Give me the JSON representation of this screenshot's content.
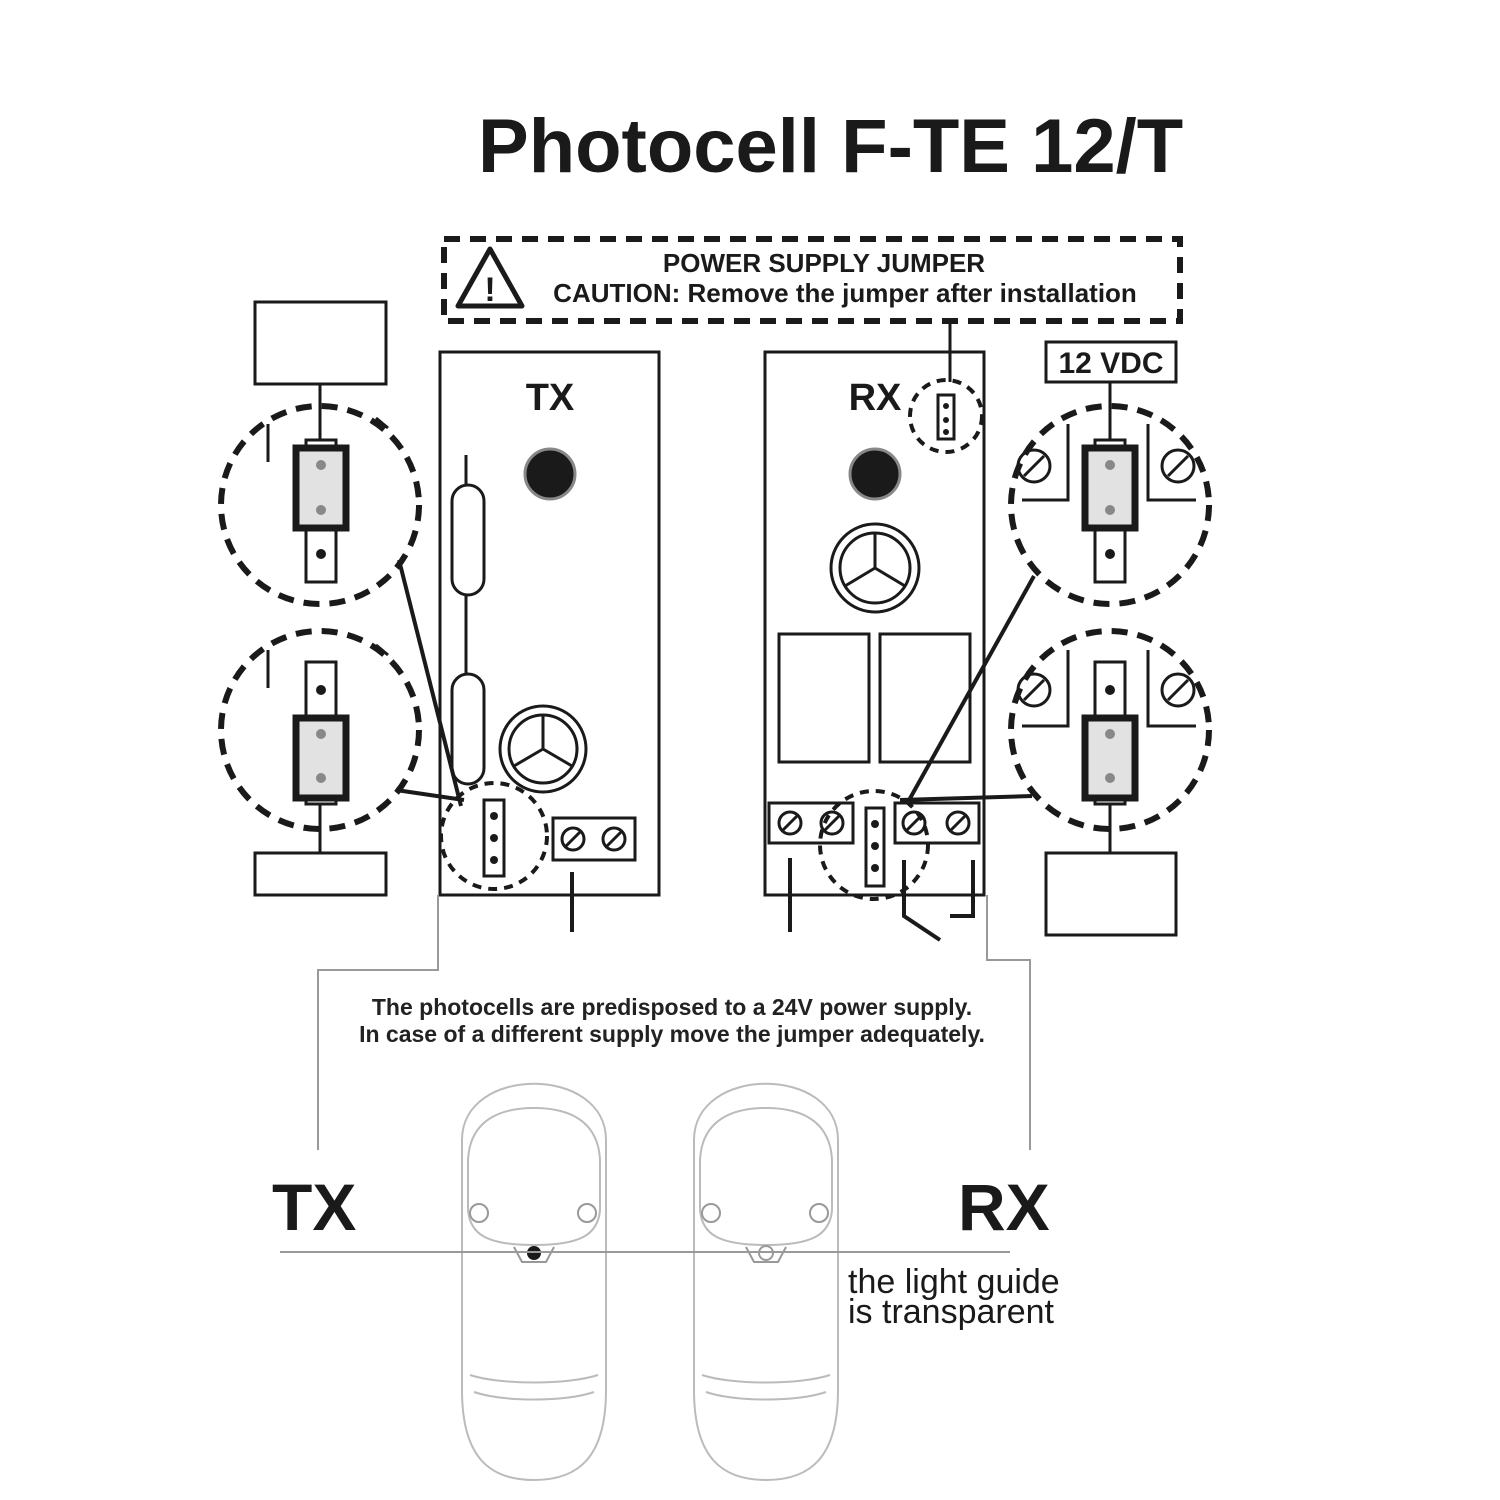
{
  "title": "Photocell F-TE 12/T",
  "warning": {
    "line1": "POWER SUPPLY JUMPER",
    "line2": "CAUTION: Remove the jumper after installation",
    "icon": "warning-triangle-icon"
  },
  "tx_board_label": "TX",
  "rx_board_label": "RX",
  "vdc_label": "12 VDC",
  "supply_note": {
    "line1": "The photocells are predisposed to a 24V power supply.",
    "line2": "In case of a different supply move the jumper adequately."
  },
  "tx_device_label": "TX",
  "rx_device_label": "RX",
  "light_guide_note": {
    "line1": "the light guide",
    "line2": "is transparent"
  },
  "colors": {
    "ink": "#1a1a1a",
    "background": "#ffffff",
    "device_outline": "#bbbbbb"
  }
}
